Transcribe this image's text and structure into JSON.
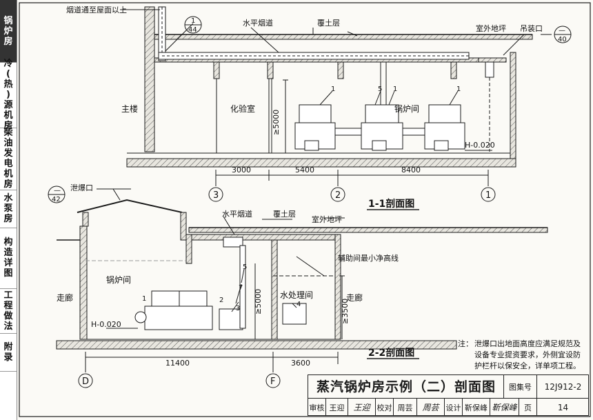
{
  "sidebar": {
    "tabs": [
      {
        "label": "锅炉房",
        "active": true
      },
      {
        "label": "冷(热)源机房",
        "active": false
      },
      {
        "label": "柴油发电机房",
        "active": false
      },
      {
        "label": "水泵房",
        "active": false
      },
      {
        "label": "构造详图",
        "active": false
      },
      {
        "label": "工程做法",
        "active": false
      },
      {
        "label": "附录",
        "active": false
      }
    ]
  },
  "section_1_1": {
    "title": "1-1剖面图",
    "labels": {
      "flue_to_roof": "烟道通至屋面以上",
      "horizontal_flue": "水平烟道",
      "soil_cover": "覆土层",
      "outdoor_grade": "室外地坪",
      "hoist_opening": "吊装口",
      "main_building": "主楼",
      "lab_room": "化验室",
      "boiler_room": "锅炉间",
      "height_5000": "≥5000",
      "floor_level": "H-0.020"
    },
    "callouts": [
      {
        "top": "1",
        "bottom": "44"
      },
      {
        "top": "—",
        "bottom": "40"
      }
    ],
    "equipment_tags": [
      "1",
      "5",
      "1",
      "1"
    ],
    "dimensions": [
      "3000",
      "5400",
      "8400"
    ],
    "axes": [
      "3",
      "2",
      "1"
    ]
  },
  "section_2_2": {
    "title": "2-2剖面图",
    "labels": {
      "explosion_vent": "泄爆口",
      "horizontal_flue": "水平烟道",
      "soil_cover": "覆土层",
      "outdoor_grade": "室外地坪",
      "aux_clear_height": "辅助间最小净高线",
      "corridor_left": "走廊",
      "boiler_room": "锅炉间",
      "water_treatment": "水处理间",
      "corridor_right": "走廊",
      "height_5000": "≥5000",
      "height_3500": "≥3500",
      "floor_level": "H-0.020"
    },
    "callout": {
      "top": "—",
      "bottom": "42"
    },
    "equipment_tags": [
      "1",
      "2",
      "3",
      "4",
      "5",
      "7"
    ],
    "dimensions": [
      "11400",
      "3600"
    ],
    "axes": [
      "D",
      "F"
    ]
  },
  "note": {
    "prefix": "注：",
    "lines": [
      "泄爆口出地面高度应满足规范及",
      "设备专业提资要求，外侧宜设防",
      "护栏杆以保安全，详单项工程。"
    ]
  },
  "title_block": {
    "title": "蒸汽锅炉房示例（二）剖面图",
    "atlas_label": "图集号",
    "atlas_no": "12J912-2",
    "review_label": "审核",
    "reviewer": "王迎",
    "reviewer_sig": "王迎",
    "check_label": "校对",
    "checker": "周芸",
    "checker_sig": "周芸",
    "design_label": "设计",
    "designer": "靳保峰",
    "designer_sig": "靳保峰",
    "page_label": "页",
    "page_no": "14"
  }
}
